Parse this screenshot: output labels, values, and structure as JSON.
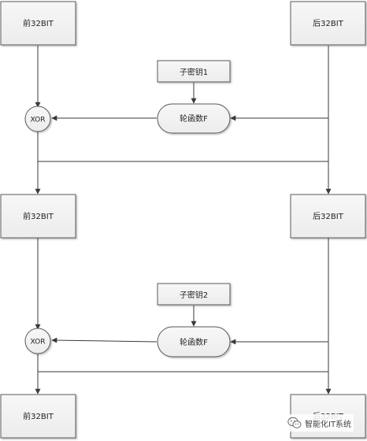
{
  "nodes": {
    "left_block_1": "前32BIT",
    "right_block_1": "后32BIT",
    "subkey_1": "子密钥1",
    "round_func_1": "轮函数F",
    "xor_1": "XOR",
    "left_block_2": "前32BIT",
    "right_block_2": "后32BIT",
    "subkey_2": "子密钥2",
    "round_func_2": "轮函数F",
    "xor_2": "XOR",
    "left_block_3": "前32BIT",
    "right_block_3": "后32BIT"
  },
  "watermark": {
    "text": "智能化IT系统",
    "icon": "wechat-icon"
  },
  "colors": {
    "box_fill": "#f2f2f2",
    "box_stroke": "#5a5a5a",
    "line": "#3a3a3a"
  }
}
